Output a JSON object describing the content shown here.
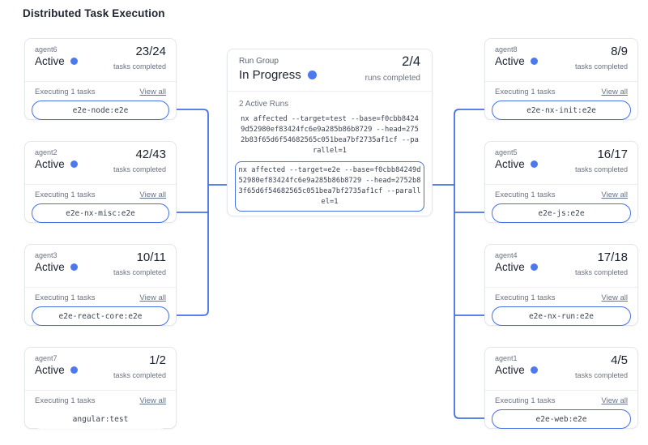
{
  "page": {
    "title": "Distributed Task Execution"
  },
  "labels": {
    "active": "Active",
    "tasks_completed": "tasks completed",
    "executing": "Executing 1 tasks",
    "view_all": "View all",
    "run_group": "Run Group",
    "in_progress": "In Progress",
    "runs_completed": "runs completed",
    "active_runs": "2 Active Runs"
  },
  "run_group": {
    "count": "2/4",
    "runs": [
      {
        "command": "nx affected --target=test --base=f0cbb84249d52980ef83424fc6e9a285b86b8729 --head=2752b83f65d6f54682565c051bea7bf2735af1cf --parallel=1",
        "highlighted": false
      },
      {
        "command": "nx affected --target=e2e --base=f0cbb84249d52980ef83424fc6e9a285b86b8729 --head=2752b83f65d6f54682565c051bea7bf2735af1cf --parallel=1",
        "highlighted": true
      }
    ]
  },
  "agents_left": [
    {
      "name": "agent6",
      "count": "23/24",
      "task": "e2e-node:e2e",
      "highlighted": true
    },
    {
      "name": "agent2",
      "count": "42/43",
      "task": "e2e-nx-misc:e2e",
      "highlighted": true
    },
    {
      "name": "agent3",
      "count": "10/11",
      "task": "e2e-react-core:e2e",
      "highlighted": true
    },
    {
      "name": "agent7",
      "count": "1/2",
      "task": "angular:test",
      "highlighted": false
    }
  ],
  "agents_right": [
    {
      "name": "agent8",
      "count": "8/9",
      "task": "e2e-nx-init:e2e",
      "highlighted": true
    },
    {
      "name": "agent5",
      "count": "16/17",
      "task": "e2e-js:e2e",
      "highlighted": true
    },
    {
      "name": "agent4",
      "count": "17/18",
      "task": "e2e-nx-run:e2e",
      "highlighted": true
    },
    {
      "name": "agent1",
      "count": "4/5",
      "task": "e2e-web:e2e",
      "highlighted": true
    }
  ],
  "colors": {
    "accent": "#4470e4",
    "status_dot": "#4d79ee"
  }
}
